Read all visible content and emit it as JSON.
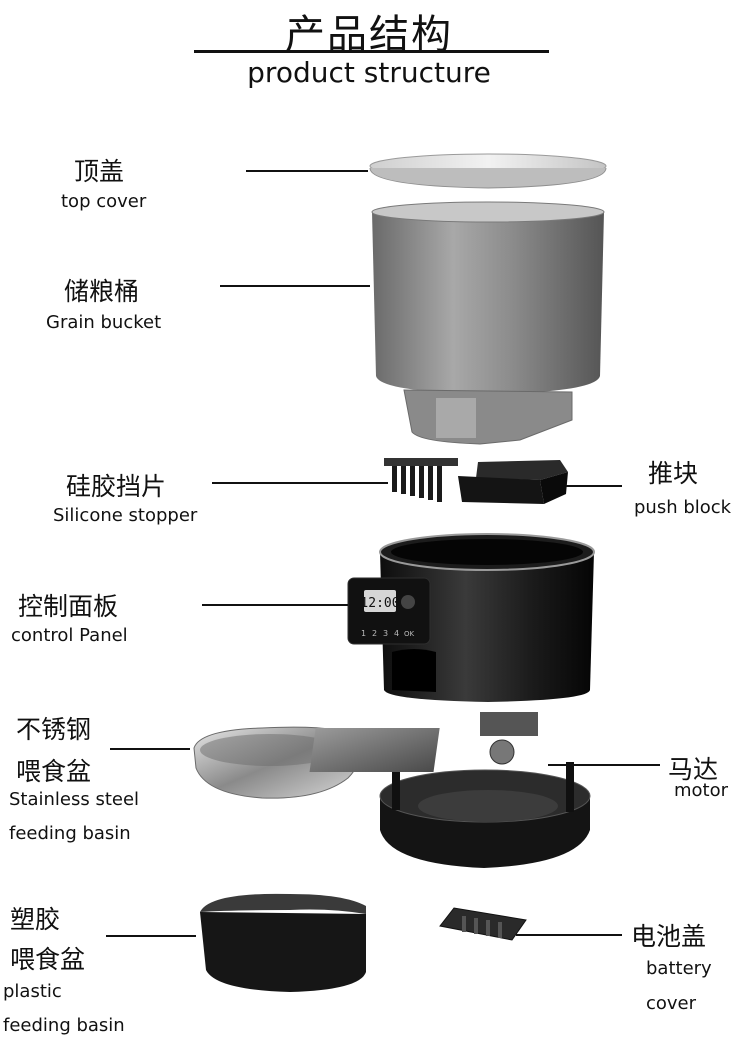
{
  "title": {
    "cn": "产品结构",
    "en": "product structure"
  },
  "labels": {
    "top_cover": {
      "cn": "顶盖",
      "en": "top cover"
    },
    "grain_bucket": {
      "cn": "储粮桶",
      "en": "Grain bucket"
    },
    "silicone_stopper": {
      "cn": "硅胶挡片",
      "en": "Silicone stopper"
    },
    "push_block": {
      "cn": "推块",
      "en": "push block"
    },
    "control_panel": {
      "cn": "控制面板",
      "en": "control Panel"
    },
    "steel_basin": {
      "cn1": "不锈钢",
      "cn2": "喂食盆",
      "en1": "Stainless steel",
      "en2": "feeding basin"
    },
    "motor": {
      "cn": "马达",
      "en": "motor"
    },
    "plastic_basin": {
      "cn1": "塑胶",
      "cn2": "喂食盆",
      "en1": "plastic",
      "en2": "feeding basin"
    },
    "battery_cover": {
      "cn": "电池盖",
      "en1": "battery",
      "en2": "cover"
    }
  },
  "display": {
    "time": "12:00",
    "buttons": [
      "1",
      "2",
      "3",
      "4",
      "OK"
    ]
  }
}
